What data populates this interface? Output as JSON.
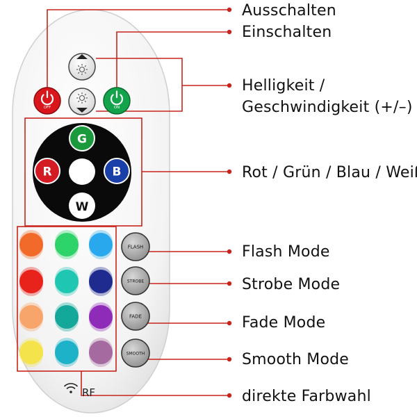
{
  "labels": {
    "off": "Ausschalten",
    "on": "Einschalten",
    "brightness_line1": "Helligkeit /",
    "brightness_line2": "Geschwindigkeit (+/–)",
    "rgbw": "Rot / Grün / Blau / Weiß",
    "flash": "Flash Mode",
    "strobe": "Strobe Mode",
    "fade": "Fade Mode",
    "smooth": "Smooth Mode",
    "direct_color": "direkte Farbwahl"
  },
  "remote": {
    "off_button": "OFF",
    "on_button": "ON",
    "green_key": "G",
    "red_key": "R",
    "blue_key": "B",
    "white_key": "W",
    "mode_buttons": [
      "FLASH",
      "STROBE",
      "FADE",
      "SMOOTH"
    ],
    "rf_label": "RF",
    "color_grid": [
      [
        "#f26a2a",
        "#2ed36a",
        "#2aa8ee"
      ],
      [
        "#e8231c",
        "#1fc7b3",
        "#1f2b8e"
      ],
      [
        "#f7a56a",
        "#14a89a",
        "#8e2bb8"
      ],
      [
        "#f4e34a",
        "#1eb2c8",
        "#a56aa0"
      ]
    ]
  },
  "colors": {
    "callout_line": "#c8241c",
    "off_red": "#d8161b",
    "on_green": "#13a34a",
    "wheel_black": "#0a0a0a",
    "g_green": "#1a9a3c",
    "r_red": "#d41a22",
    "b_blue": "#1b3fa8"
  }
}
